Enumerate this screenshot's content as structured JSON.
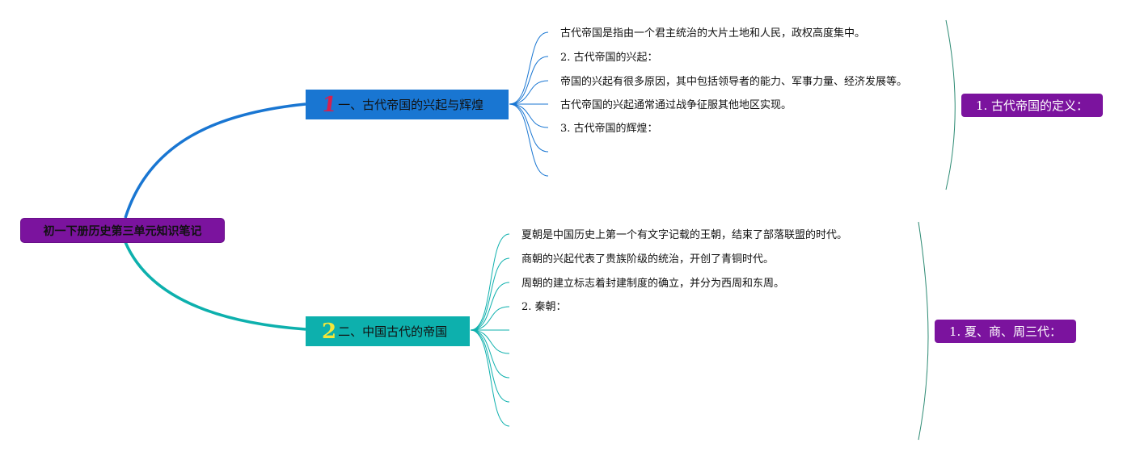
{
  "root": {
    "title": "初一下册历史第三单元知识笔记"
  },
  "branches": [
    {
      "number": "1",
      "label": "一、古代帝国的兴起与辉煌",
      "color": "#1976d2",
      "items": [
        "古代帝国是指由一个君主统治的大片土地和人民，政权高度集中。",
        "2. 古代帝国的兴起：",
        "帝国的兴起有很多原因，其中包括领导者的能力、军事力量、经济发展等。",
        "古代帝国的兴起通常通过战争征服其他地区实现。",
        "3. 古代帝国的辉煌："
      ],
      "summary": "1. 古代帝国的定义："
    },
    {
      "number": "2",
      "label": "二、中国古代的帝国",
      "color": "#0db0ad",
      "items": [
        "夏朝是中国历史上第一个有文字记载的王朝，结束了部落联盟的时代。",
        "商朝的兴起代表了贵族阶级的统治，开创了青铜时代。",
        "周朝的建立标志着封建制度的确立，并分为西周和东周。",
        "2. 秦朝："
      ],
      "summary": "1. 夏、商、周三代："
    }
  ],
  "colors": {
    "root_fill": "#7b139e",
    "summary_fill": "#7b139e",
    "branch1_line": "#1976d2",
    "branch2_line": "#0db0ad",
    "bracket": "#2e8b74"
  }
}
